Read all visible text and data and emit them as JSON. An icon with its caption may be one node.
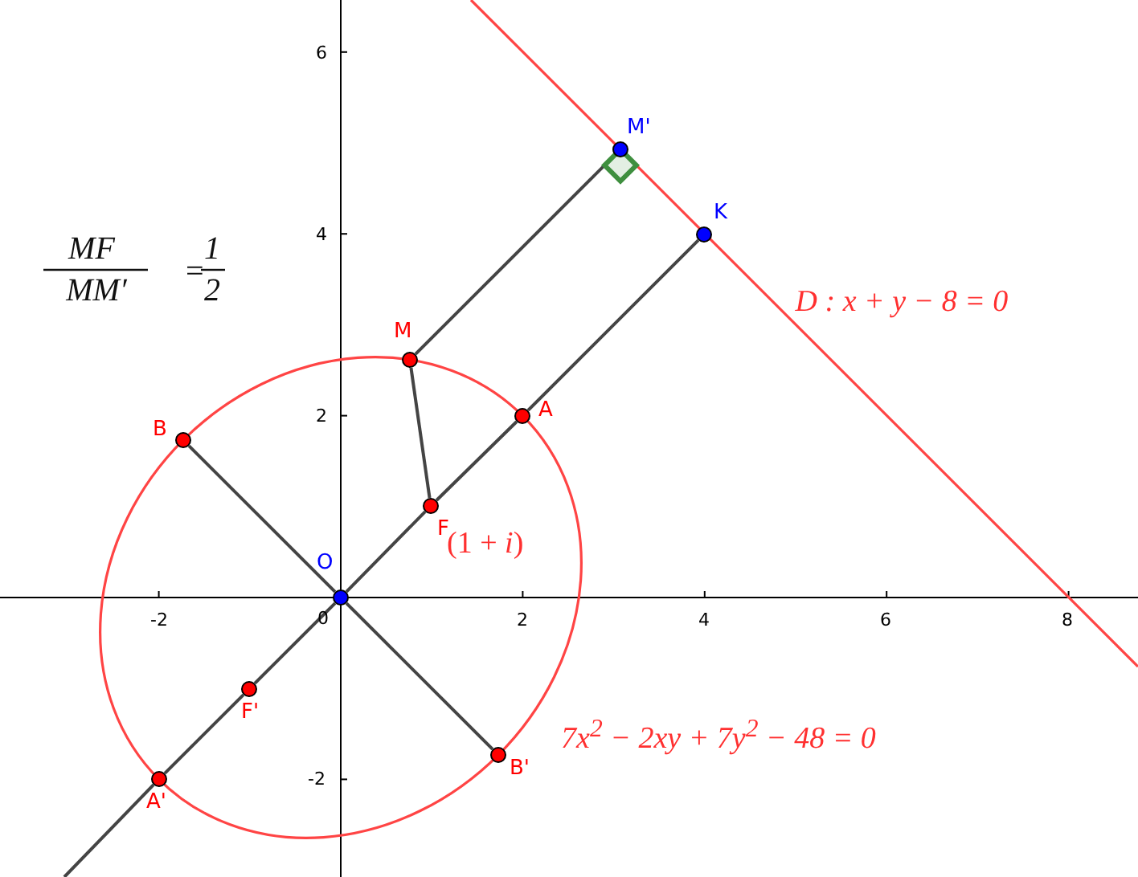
{
  "diagram": {
    "nodes": [
      {
        "text": [
          "M'"
        ]
      },
      {
        "text": [
          "K"
        ]
      },
      {
        "text": [
          "M"
        ]
      },
      {
        "text": [
          "A"
        ]
      },
      {
        "text": [
          "B"
        ]
      },
      {
        "text": [
          "F"
        ],
        "beside": [
          "(1 + *i*)"
        ]
      },
      {
        "text": [
          "O"
        ]
      },
      {
        "text": [
          "F'"
        ]
      },
      {
        "text": [
          "B'"
        ]
      },
      {
        "text": [
          "A'"
        ]
      }
    ],
    "edges": [
      {
        "from": null,
        "to": 9,
        "arrow": "none"
      },
      {
        "from": 9,
        "to": 7,
        "arrow": "none"
      },
      {
        "from": 7,
        "to": 6,
        "arrow": "none"
      },
      {
        "from": 6,
        "to": 5,
        "arrow": "none"
      },
      {
        "from": 5,
        "to": 3,
        "arrow": "none"
      },
      {
        "from": 3,
        "to": 1,
        "arrow": "none"
      },
      {
        "from": 4,
        "to": 6,
        "arrow": "none"
      },
      {
        "from": 6,
        "to": 8,
        "arrow": "none"
      },
      {
        "from": 2,
        "to": 5,
        "arrow": "none"
      },
      {
        "from": 2,
        "to": 0,
        "arrow": "none"
      }
    ],
    "labels": [
      "6",
      "MF",
      "=",
      "1",
      "MM′",
      "2",
      "4",
      "D : x + y − 8 = 0",
      "2",
      "-2",
      "0",
      "2",
      "4",
      "6",
      "8",
      "7x$^{2}$ − 2xy + 7y$^{2}$ − 48 = 0",
      "-2"
    ]
  }
}
